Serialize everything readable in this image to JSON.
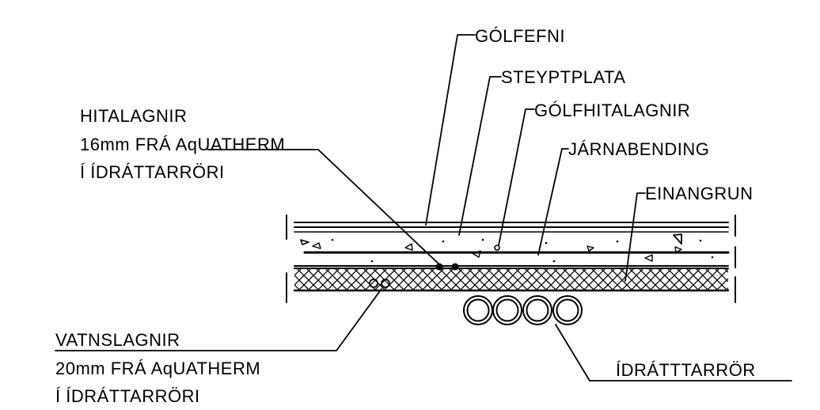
{
  "labels": {
    "golfefni": "GÓLFEFNI",
    "steyptplata": "STEYPTPLATA",
    "golfhitalagnir": "GÓLFHITALAGNIR",
    "jarnabending": "JÁRNABENDING",
    "einangrun": "EINANGRUN",
    "hitalagnir_1": "HITALAGNIR",
    "hitalagnir_2": "16mm FRÁ AqUATHERM",
    "hitalagnir_3": "Í ÍDRÁTTARRÖRI",
    "vatnslagnir_1": "VATNSLAGNIR",
    "vatnslagnir_2": "20mm FRÁ AqUATHERM",
    "vatnslagnir_3": "Í ÍDRÁTTARRÖRI",
    "idrattarror": "ÍDRÁTTTARRÖR"
  }
}
